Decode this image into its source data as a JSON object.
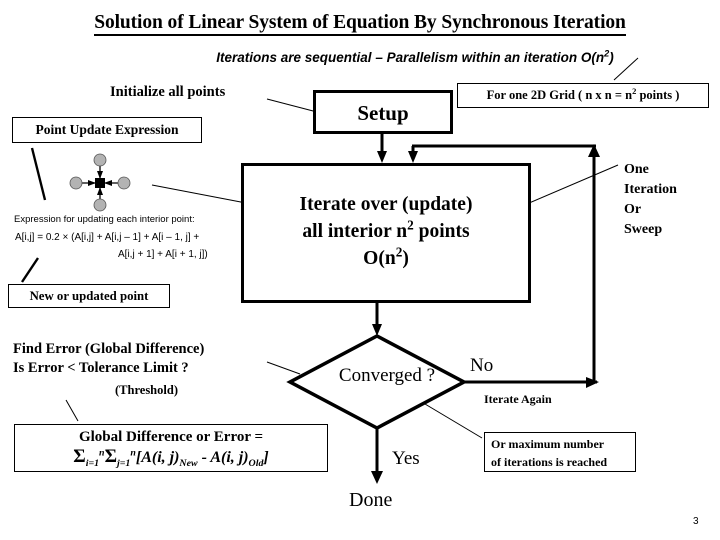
{
  "page": {
    "title_plain": "Solution of Linear System of Equation By Synchronous Iteration",
    "title": "Solution of Linear System of Equation By Synchronous Iteration",
    "subtitle_prefix": "Iterations are sequential ",
    "subtitle_dash": "–",
    "subtitle_mid": " Parallelism within an iteration O(n",
    "subtitle_sup": "2",
    "subtitle_suffix": ")",
    "page_number": "3",
    "colors": {
      "background": "#ffffff",
      "ink": "#000000",
      "stencil_node_fill": "#b3b3b3",
      "stencil_center_fill": "#000000"
    }
  },
  "callouts": {
    "initialize": "Initialize all points",
    "point_update": "Point Update Expression",
    "new_or_updated_point": "New or updated point",
    "one_iteration": [
      "One",
      "Iteration",
      "Or",
      "Sweep"
    ],
    "grid_note": {
      "prefix": "For one 2D Grid ( n  x n = n",
      "sup": "2",
      "suffix": " points )"
    },
    "max_iterations": [
      "Or maximum number",
      "of iterations is reached"
    ],
    "iterate_again": "Iterate Again"
  },
  "flow": {
    "setup": "Setup",
    "iterate": {
      "line1": "Iterate over (update)",
      "line2_prefix": "all interior n",
      "line2_sup": "2",
      "line2_suffix": " points",
      "line3_prefix": "O(n",
      "line3_sup": "2",
      "line3_suffix": ")"
    },
    "decision": "Converged ?",
    "branch_no": "No",
    "branch_yes": "Yes",
    "terminal": "Done"
  },
  "error_check": {
    "line1": "Find Error  (Global Difference)",
    "line2": "Is Error < Tolerance Limit ?",
    "threshold": "(Threshold)"
  },
  "error_formula": {
    "heading": "Global Difference or Error =",
    "sum_symbol": "Σ",
    "sum1_sub": "i=1",
    "sum1_sup": "n",
    "sum2_sub": "j=1",
    "sum2_sup": "n",
    "body_open": "[A(i, j)",
    "new_sub": "New",
    "minus": " - ",
    "body_second": "A(i, j)",
    "old_sub": "Old",
    "body_close": "]"
  },
  "stencil": {
    "caption": "Expression for updating each interior point:",
    "formula_line1": "A[i,j] = 0.2 × (A[i,j] + A[i,j – 1] + A[i – 1, j] +",
    "formula_line2": "A[i,j + 1] + A[i + 1, j])"
  }
}
